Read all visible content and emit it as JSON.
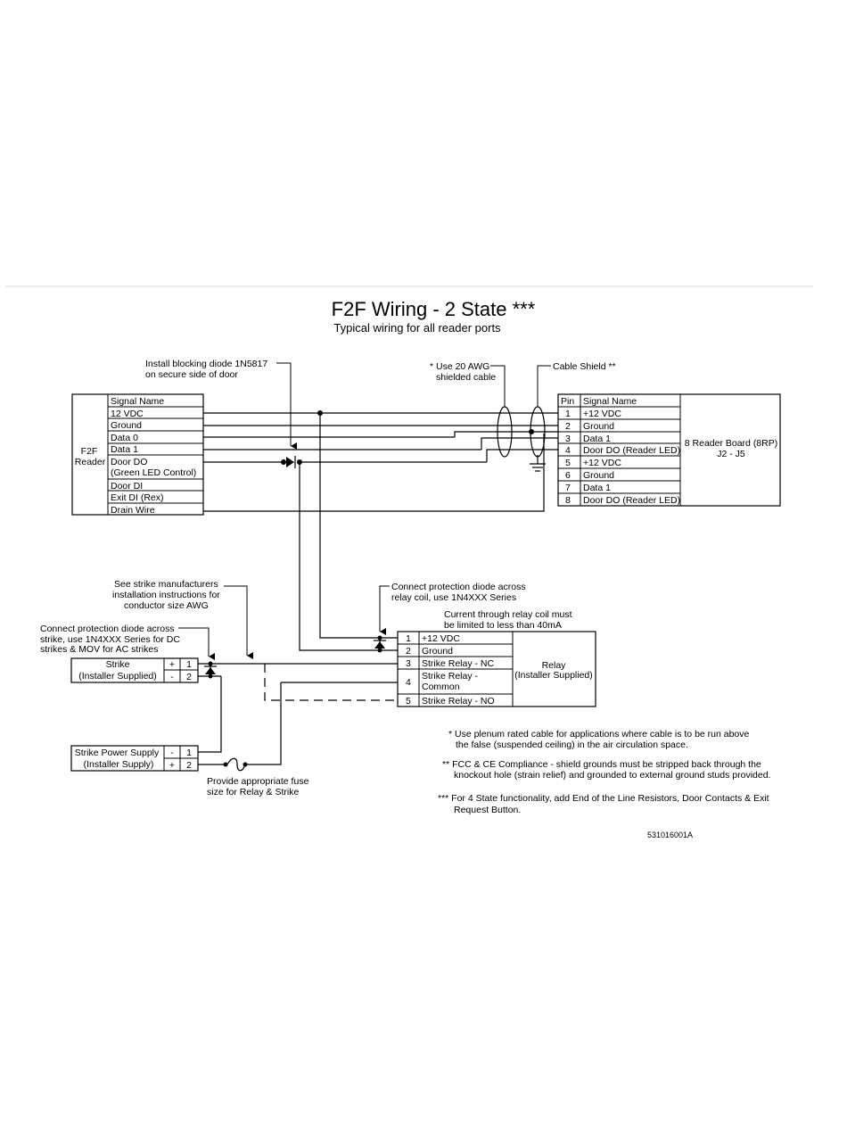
{
  "title": "F2F Wiring - 2 State ***",
  "subtitle": "Typical wiring for all reader ports",
  "reader": {
    "name_lines": [
      "F2F",
      "Reader"
    ],
    "header": "Signal Name",
    "rows": [
      "12 VDC",
      "Ground",
      "Data 0",
      "Data 1",
      "Door DO",
      "(Green LED Control)",
      "Door DI",
      "Exit DI (Rex)",
      "Drain Wire"
    ]
  },
  "board": {
    "pin_header": "Pin",
    "signal_header": "Signal Name",
    "pins": [
      "1",
      "2",
      "3",
      "4",
      "5",
      "6",
      "7",
      "8"
    ],
    "signals": [
      "+12 VDC",
      "Ground",
      "Data 1",
      "Door DO (Reader LED)",
      "+12 VDC",
      "Ground",
      "Data 1",
      "Door DO (Reader LED)"
    ],
    "name_lines": [
      "8 Reader Board (8RP)",
      "J2 - J5"
    ]
  },
  "relay": {
    "pins": [
      "1",
      "2",
      "3",
      "4",
      "5"
    ],
    "signals": [
      "+12 VDC",
      "Ground",
      "Strike Relay - NC",
      "Strike Relay -",
      "Common",
      "Strike Relay - NO"
    ],
    "name_lines": [
      "Relay",
      "(Installer Supplied)"
    ]
  },
  "strike": {
    "name_lines": [
      "Strike",
      "(Installer Supplied)"
    ],
    "polarity": [
      "+",
      "-"
    ],
    "pins": [
      "1",
      "2"
    ]
  },
  "power_supply": {
    "name_lines": [
      "Strike Power Supply",
      "(Installer Supply)"
    ],
    "polarity": [
      "-",
      "+"
    ],
    "pins": [
      "1",
      "2"
    ]
  },
  "callouts": {
    "blocking_diode": [
      "Install blocking diode 1N5817",
      "on secure side of door"
    ],
    "awg": [
      "* Use 20 AWG",
      "shielded cable"
    ],
    "cable_shield": "Cable Shield **",
    "strike_instructions": [
      "See strike manufacturers",
      "installation instructions for",
      "conductor size AWG"
    ],
    "strike_diode": [
      "Connect protection diode across",
      "strike, use 1N4XXX Series for DC",
      "strikes & MOV for AC strikes"
    ],
    "relay_diode": [
      "Connect protection diode across",
      "relay coil, use 1N4XXX Series"
    ],
    "relay_current": [
      "Current through relay coil must",
      "be limited to less than 40mA"
    ],
    "fuse": [
      "Provide appropriate fuse",
      "size for Relay & Strike"
    ]
  },
  "notes": [
    [
      "* Use plenum rated cable for applications where cable is to be run above",
      "the false (suspended ceiling) in the air circulation space."
    ],
    [
      "** FCC & CE Compliance - shield grounds must be stripped back through the",
      "knockout hole (strain relief) and grounded to external ground studs provided."
    ],
    [
      "*** For 4 State functionality, add End of the Line Resistors, Door Contacts & Exit",
      "Request Button."
    ]
  ],
  "doc_number": "531016001A"
}
